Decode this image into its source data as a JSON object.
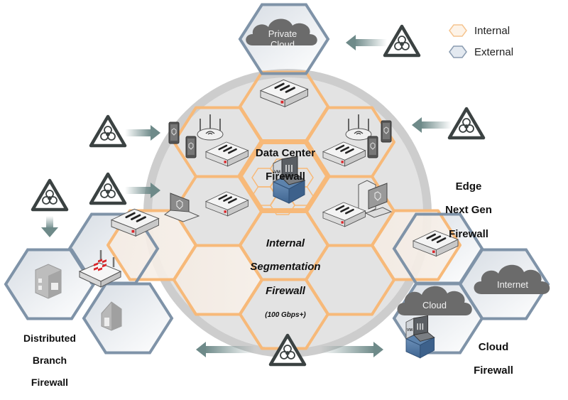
{
  "legend": {
    "items": [
      {
        "label": "Internal",
        "stroke": "#f5c48f",
        "fill": "#fdf3e8"
      },
      {
        "label": "External",
        "stroke": "#8a9bb0",
        "fill": "#e3e9f0"
      }
    ]
  },
  "colors": {
    "internal_edge": "#f7b979",
    "external_edge": "#7f93a8",
    "circle_fill": "#e2e2e2",
    "circle_ring": "#cfcfcf",
    "arrow": "#6e8a89",
    "hazard": "#3b4242",
    "cloud": "#6b6b6b",
    "fortinet_red": "#d9262b"
  },
  "labels": {
    "data_center": [
      "Data Center",
      "Firewall"
    ],
    "isf": [
      "Internal",
      "Segmentation",
      "Firewall"
    ],
    "isf_speed": "(100 Gbps+)",
    "edge": [
      "Edge",
      "Next Gen",
      "Firewall"
    ],
    "cloud_fw": [
      "Cloud",
      "Firewall"
    ],
    "branch": [
      "Distributed",
      "Branch",
      "Firewall"
    ]
  },
  "clouds": {
    "private": [
      "Private",
      "Cloud"
    ],
    "internet": "Internet",
    "cloud": "Cloud"
  },
  "devices": {
    "vm_badge": "VM"
  },
  "threats": [
    {
      "name": "threat-top",
      "direction": "left"
    },
    {
      "name": "threat-right",
      "direction": "left"
    },
    {
      "name": "threat-left-upper",
      "direction": "right"
    },
    {
      "name": "threat-left-lower",
      "direction": "right"
    },
    {
      "name": "threat-far-left",
      "direction": "down"
    },
    {
      "name": "threat-bottom",
      "direction": "both"
    }
  ]
}
